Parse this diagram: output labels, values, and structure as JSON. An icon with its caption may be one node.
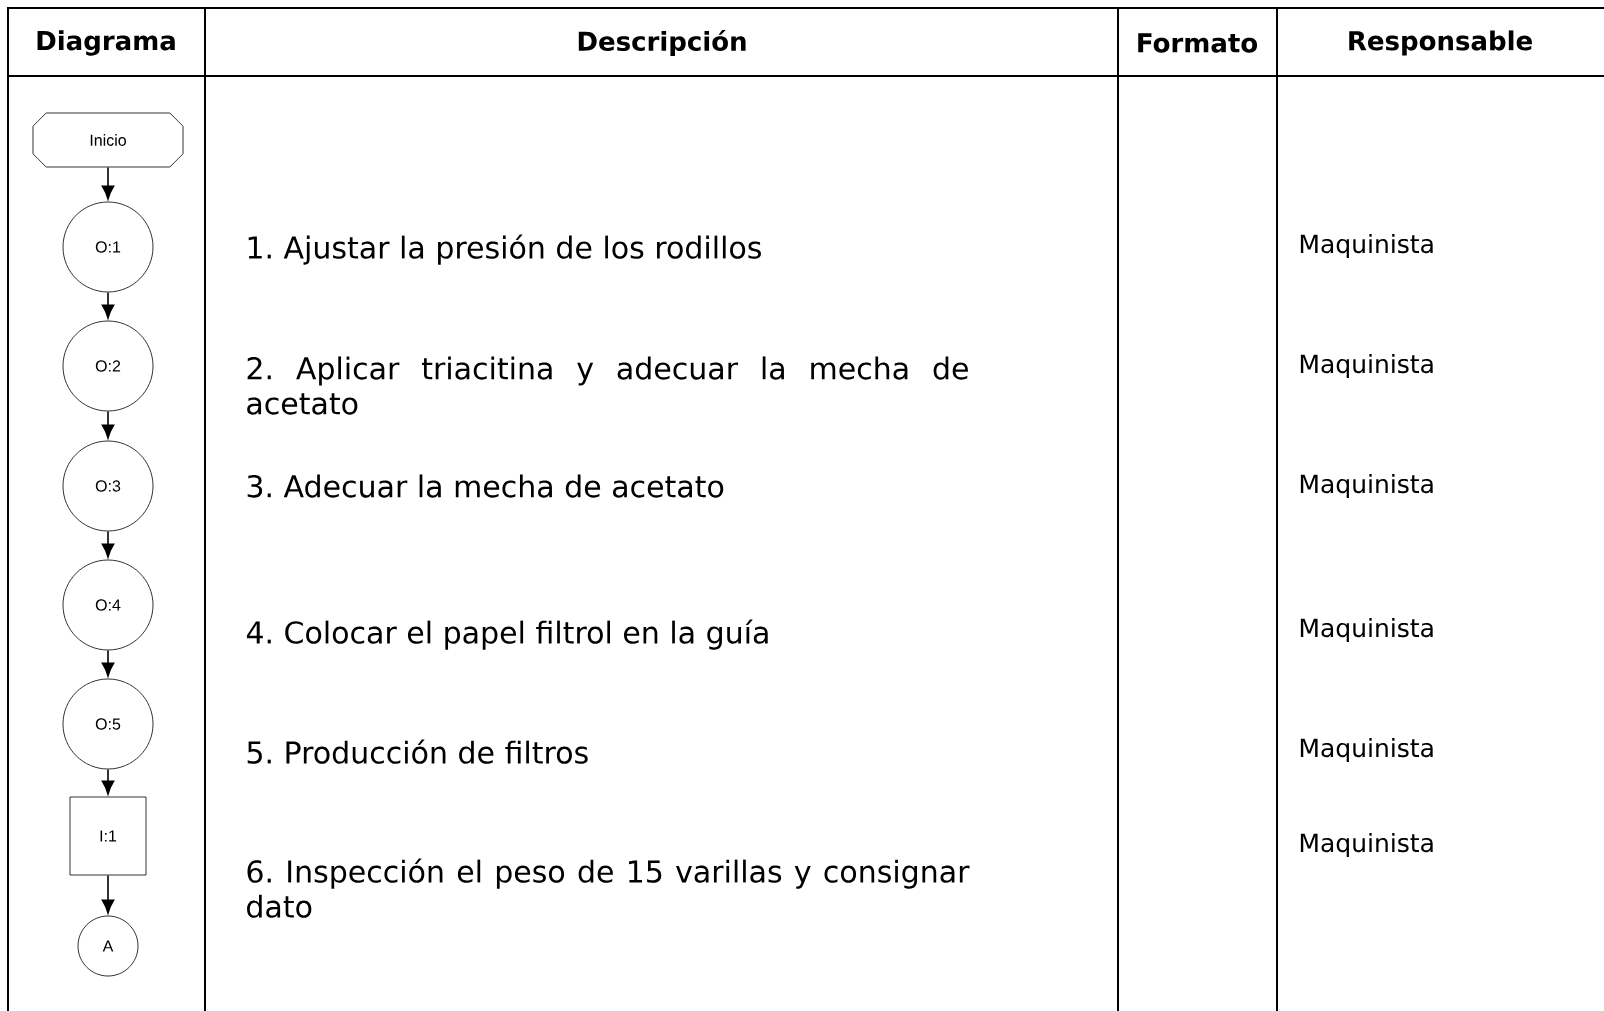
{
  "diagram": {
    "nodes": [
      {
        "text": [
          "Inicio"
        ]
      },
      {
        "text": [
          "O:1"
        ]
      },
      {
        "text": [
          "O:2"
        ]
      },
      {
        "text": [
          "O:3"
        ]
      },
      {
        "text": [
          "O:4"
        ]
      },
      {
        "text": [
          "O:5"
        ]
      },
      {
        "text": [
          "I:1"
        ]
      },
      {
        "text": [
          "A"
        ]
      }
    ],
    "edges": [
      {
        "from": 0,
        "to": 1,
        "arrow": "to"
      },
      {
        "from": 1,
        "to": 2,
        "arrow": "to"
      },
      {
        "from": 2,
        "to": 3,
        "arrow": "to"
      },
      {
        "from": 3,
        "to": 4,
        "arrow": "to"
      },
      {
        "from": 4,
        "to": 5,
        "arrow": "to"
      },
      {
        "from": 5,
        "to": 6,
        "arrow": "to"
      },
      {
        "from": 6,
        "to": 7,
        "arrow": "to"
      }
    ],
    "labels": [
      "Diagrama",
      "Descripción",
      "Formato",
      "Responsable",
      "1. Ajustar la presión de los rodillos",
      "Maquinista",
      "2. Aplicar triacitina y adecuar la mecha de acetato",
      "Maquinista",
      "3. Adecuar la mecha de acetato",
      "Maquinista",
      "4. Colocar el papel filtrol en la guía",
      "Maquinista",
      "5. Producción de filtros",
      "Maquinista",
      "6. Inspección el peso de 15 varillas y consignar dato",
      "Maquinista"
    ]
  }
}
